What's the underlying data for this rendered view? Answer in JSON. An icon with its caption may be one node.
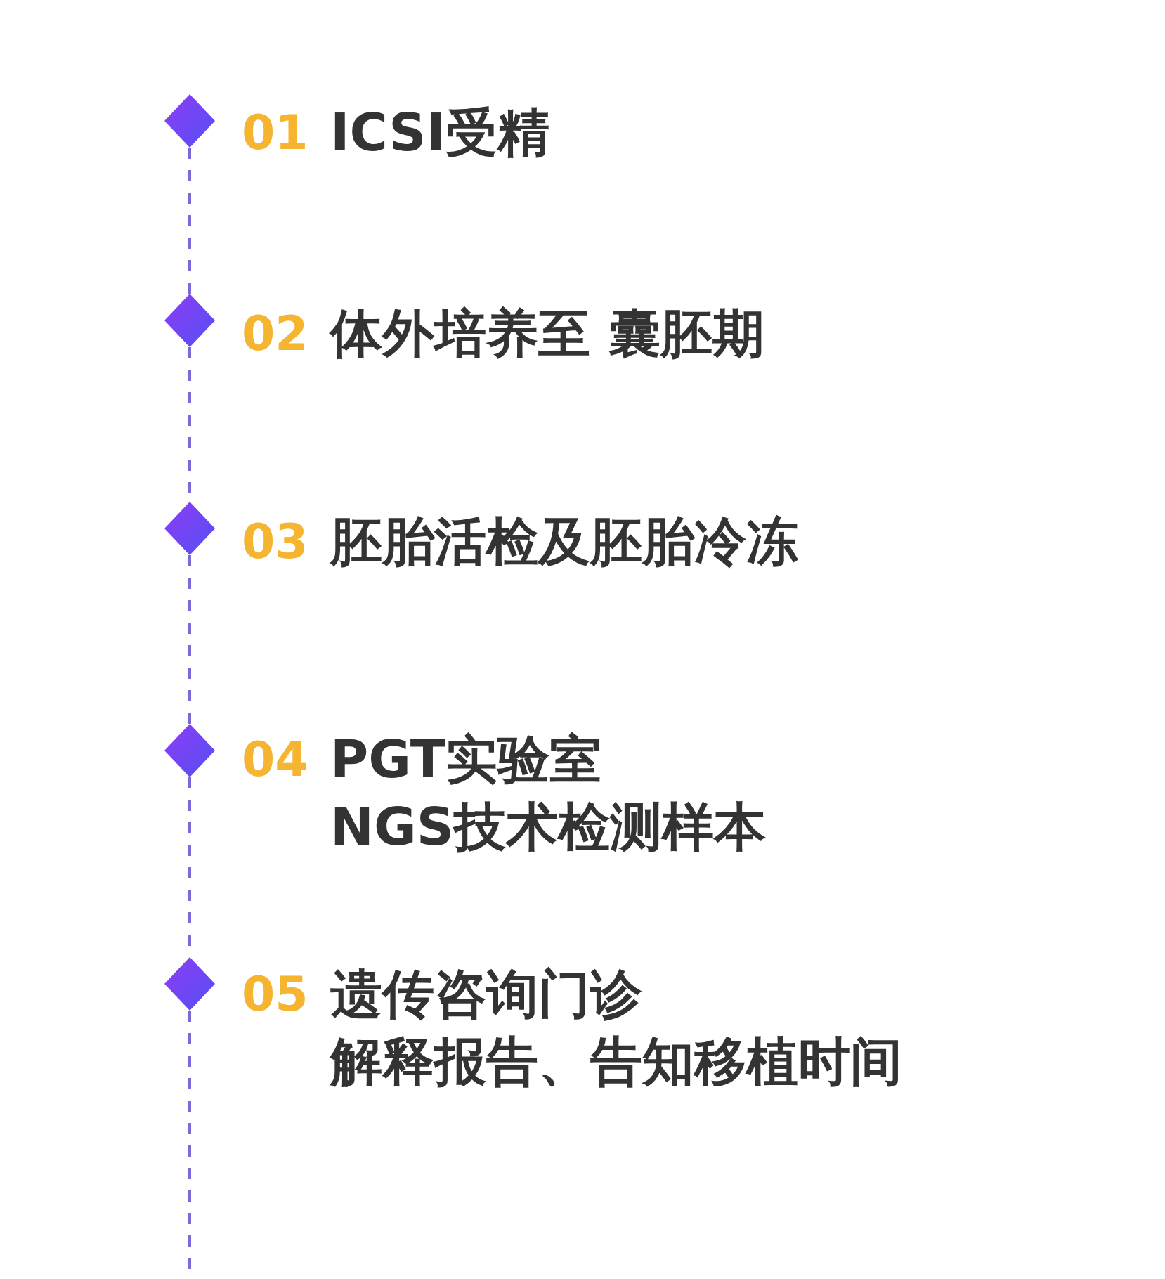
{
  "diagram": {
    "nodes": [
      {
        "text": [],
        "shape": "diamond",
        "beside": [
          "01",
          "ICSI受精"
        ]
      },
      {
        "text": [],
        "shape": "diamond",
        "beside": [
          "02",
          "体外培养至 囊胚期"
        ]
      },
      {
        "text": [],
        "shape": "diamond",
        "beside": [
          "03",
          "胚胎活检及胚胎冷冻"
        ]
      },
      {
        "text": [],
        "shape": "diamond",
        "beside": [
          "04",
          "PGT实验室",
          "NGS技术检测样本"
        ]
      },
      {
        "text": [],
        "shape": "diamond",
        "beside": [
          "05",
          "遗传咨询门诊",
          "解释报告、告知移植时间"
        ]
      }
    ],
    "edges": [
      {
        "from": 0,
        "to": 1,
        "arrow": "none",
        "style": "dashed"
      },
      {
        "from": 1,
        "to": 2,
        "arrow": "none",
        "style": "dashed"
      },
      {
        "from": 2,
        "to": 3,
        "arrow": "none",
        "style": "dashed"
      },
      {
        "from": 3,
        "to": 4,
        "arrow": "none",
        "style": "dashed"
      },
      {
        "from": 4,
        "to": null,
        "arrow": "none",
        "style": "dashed"
      }
    ]
  }
}
